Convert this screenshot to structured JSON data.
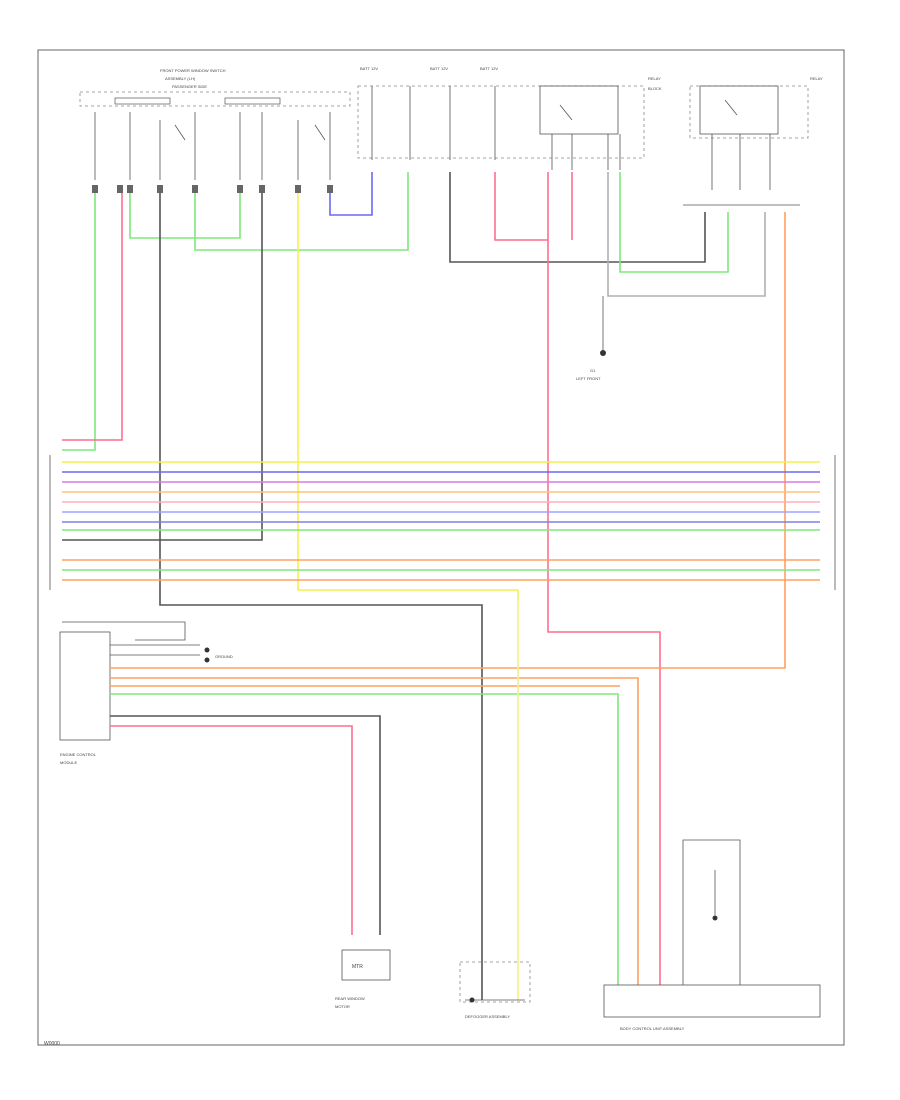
{
  "figure_code": "W0000",
  "wire_colors": {
    "red": "#ff6f8f",
    "green": "#7fe87f",
    "grey": "#555555",
    "yellow": "#f4f24f",
    "blue": "#6a6af0",
    "pink": "#d77ce6",
    "orange": "#ffa060",
    "black": "#3a3a3a",
    "light_grey": "#b0b0b0",
    "light_yellow": "#f6f2a0"
  },
  "harness_colors": [
    "#f4f24f",
    "#6a6af0",
    "#d77ce6",
    "#ffc27a",
    "#ffb0b0",
    "#a0a0ff",
    "#8080e0",
    "#7fe87f",
    "#555555",
    "#ffa060",
    "#7fe87f",
    "#ffa060"
  ],
  "components": [
    {
      "id": "front-power-window-switch",
      "label": "Front Power Window Switch"
    },
    {
      "id": "engine-control-module",
      "label": "Engine Control Module"
    },
    {
      "id": "fuse-relay-box-left",
      "label": "Relay"
    },
    {
      "id": "fuse-relay-box-right",
      "label": "Relay"
    },
    {
      "id": "rear-window-motor",
      "label": "Motor"
    },
    {
      "id": "rear-defogger",
      "label": "Defogger Assembly"
    },
    {
      "id": "body-control-module",
      "label": "Body Control Unit Assembly"
    },
    {
      "id": "ground-g1",
      "label": "G"
    },
    {
      "id": "ground-g2",
      "label": "G"
    }
  ]
}
